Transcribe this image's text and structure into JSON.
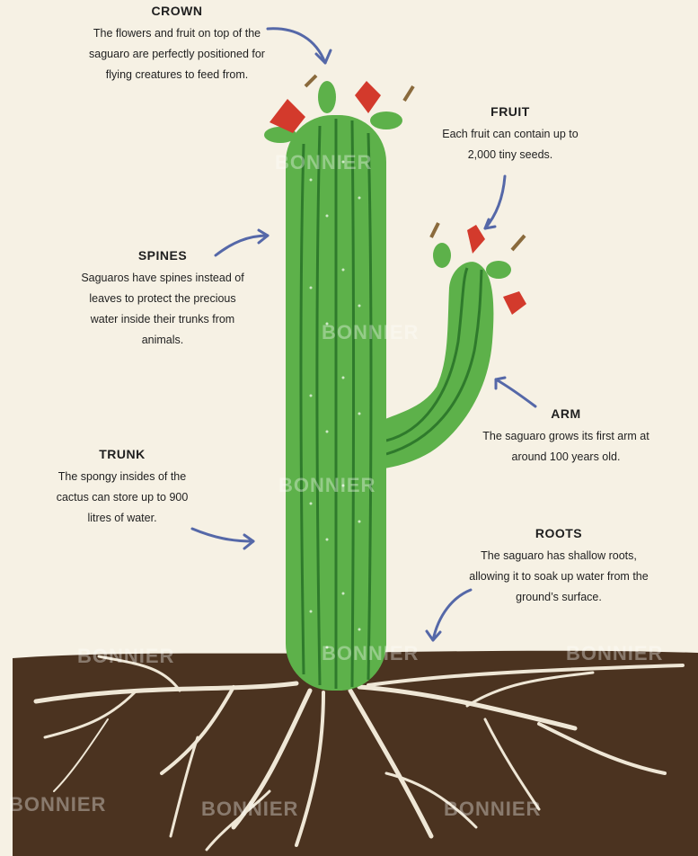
{
  "callouts": {
    "crown": {
      "title": "CROWN",
      "text": "The flowers and fruit on top of the saguaro are perfectly positioned for flying creatures to feed from."
    },
    "fruit": {
      "title": "FRUIT",
      "text": "Each fruit can contain up to 2,000 tiny seeds."
    },
    "spines": {
      "title": "SPINES",
      "text": "Saguaros have spines instead of leaves to protect the precious water inside their trunks from animals."
    },
    "arm": {
      "title": "ARM",
      "text": "The saguaro grows its first arm at around 100 years old."
    },
    "trunk": {
      "title": "TRUNK",
      "text": "The spongy insides of the cactus can store up to 900 litres of water."
    },
    "roots": {
      "title": "ROOTS",
      "text": "The saguaro has shallow roots, allowing it to soak up water from the ground’s surface."
    }
  },
  "watermark": "BONNIER",
  "colors": {
    "background": "#f6f1e4",
    "cactus": "#5db14a",
    "cactus_dark": "#2f7a2c",
    "soil": "#4b3320",
    "roots": "#efe7d6",
    "arrow": "#5568a8",
    "fruit": "#d33a2c"
  }
}
